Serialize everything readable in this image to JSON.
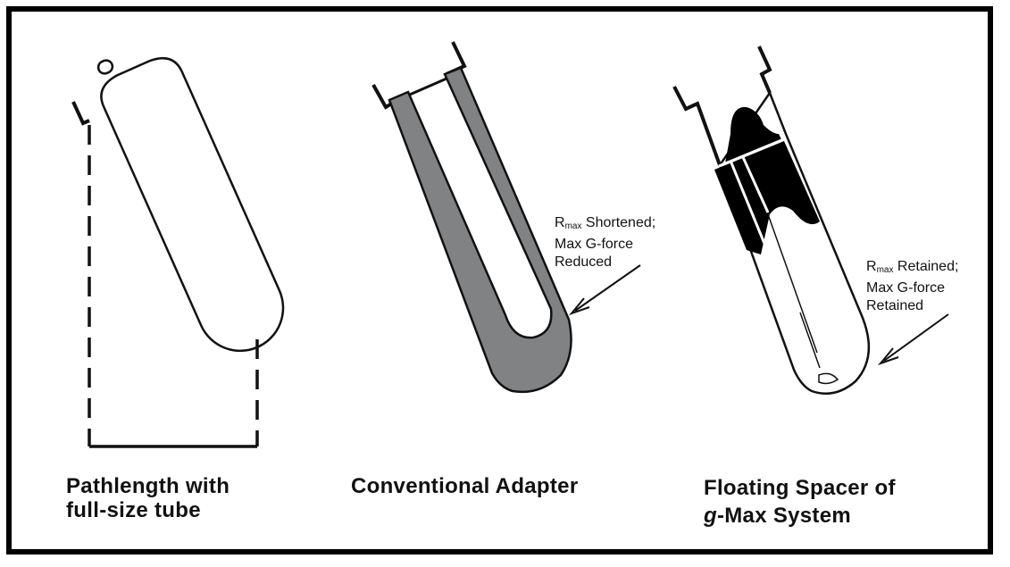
{
  "panels": {
    "full_tube": {
      "caption_line1": "Pathlength with",
      "caption_line2": "full-size tube"
    },
    "adapter": {
      "caption": "Conventional Adapter",
      "note_r": "R",
      "note_sub": "max",
      "note_line1_rest": " Shortened;",
      "note_line2": "Max G-force",
      "note_line3": "Reduced"
    },
    "spacer": {
      "caption_line1": "Floating Spacer of",
      "caption_g": "g",
      "caption_line2_rest": "-Max System",
      "note_r": "R",
      "note_sub": "max",
      "note_line1_rest": " Retained;",
      "note_line2": "Max G-force",
      "note_line3": "Retained"
    }
  },
  "colors": {
    "frame": "#000000",
    "adapter_fill": "#7f8183",
    "spacer_fill": "#000000",
    "stroke": "#111111"
  }
}
